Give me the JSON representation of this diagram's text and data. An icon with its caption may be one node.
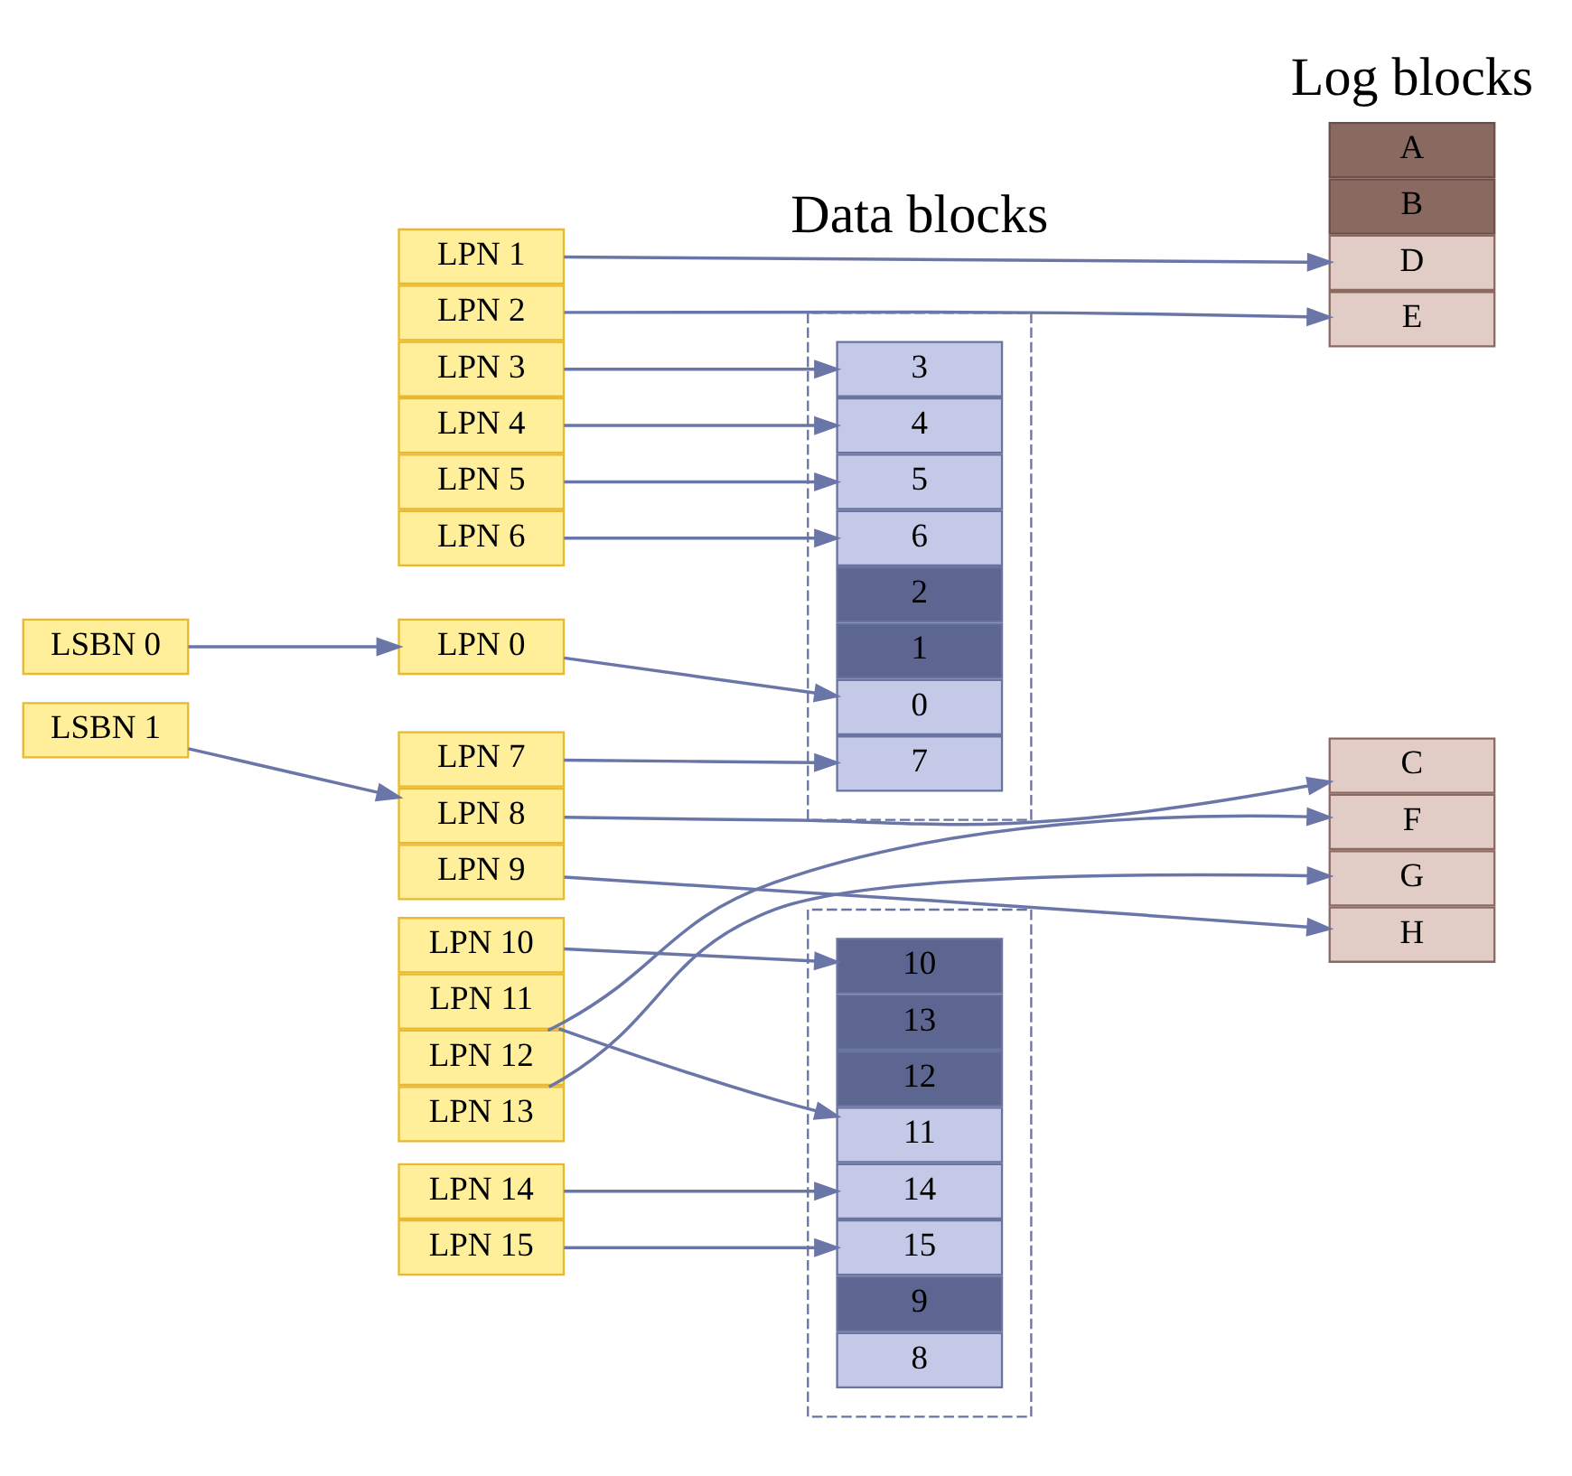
{
  "diagram": {
    "nodes": [
      {
        "text": [
          "LSBN 0"
        ]
      },
      {
        "text": [
          "LSBN 1"
        ]
      },
      {
        "text": [
          "LPN 0"
        ]
      },
      {
        "text": [
          "LPN 1"
        ]
      },
      {
        "text": [
          "LPN 2"
        ]
      },
      {
        "text": [
          "LPN 3"
        ]
      },
      {
        "text": [
          "LPN 4"
        ]
      },
      {
        "text": [
          "LPN 5"
        ]
      },
      {
        "text": [
          "LPN 6"
        ]
      },
      {
        "text": [
          "LPN 7"
        ]
      },
      {
        "text": [
          "LPN 8"
        ]
      },
      {
        "text": [
          "LPN 9"
        ]
      },
      {
        "text": [
          "LPN 10"
        ]
      },
      {
        "text": [
          "LPN 11"
        ]
      },
      {
        "text": [
          "LPN 12"
        ]
      },
      {
        "text": [
          "LPN 13"
        ]
      },
      {
        "text": [
          "LPN 14"
        ]
      },
      {
        "text": [
          "LPN 15"
        ]
      },
      {
        "text": [],
        "shape": "box"
      },
      {
        "text": [
          "0"
        ],
        "in": 18
      },
      {
        "text": [
          "1"
        ],
        "in": 18
      },
      {
        "text": [
          "2"
        ],
        "in": 18
      },
      {
        "text": [
          "3"
        ],
        "in": 18
      },
      {
        "text": [
          "4"
        ],
        "in": 18
      },
      {
        "text": [
          "5"
        ],
        "in": 18
      },
      {
        "text": [
          "6"
        ],
        "in": 18
      },
      {
        "text": [
          "7"
        ],
        "in": 18
      },
      {
        "text": [],
        "shape": "box"
      },
      {
        "text": [
          "8"
        ],
        "in": 27
      },
      {
        "text": [
          "9"
        ],
        "in": 27
      },
      {
        "text": [
          "10"
        ],
        "in": 27
      },
      {
        "text": [
          "11"
        ],
        "in": 27
      },
      {
        "text": [
          "12"
        ],
        "in": 27
      },
      {
        "text": [
          "13"
        ],
        "in": 27
      },
      {
        "text": [
          "14"
        ],
        "in": 27
      },
      {
        "text": [
          "15"
        ],
        "in": 27
      },
      {
        "text": [
          "A"
        ]
      },
      {
        "text": [
          "B"
        ]
      },
      {
        "text": [
          "D"
        ]
      },
      {
        "text": [
          "E"
        ]
      },
      {
        "text": [
          "C"
        ]
      },
      {
        "text": [
          "F"
        ]
      },
      {
        "text": [
          "G"
        ]
      },
      {
        "text": [
          "H"
        ]
      }
    ],
    "edges": [
      {
        "from": 0,
        "to": 2,
        "arrow": "to"
      },
      {
        "from": 1,
        "to": 10,
        "arrow": "to"
      },
      {
        "from": 2,
        "to": 19,
        "arrow": "to"
      },
      {
        "from": 3,
        "to": 38,
        "arrow": "to"
      },
      {
        "from": 4,
        "to": 39,
        "arrow": "to"
      },
      {
        "from": 5,
        "to": 22,
        "arrow": "to"
      },
      {
        "from": 6,
        "to": 23,
        "arrow": "to"
      },
      {
        "from": 7,
        "to": 24,
        "arrow": "to"
      },
      {
        "from": 8,
        "to": 25,
        "arrow": "to"
      },
      {
        "from": 9,
        "to": 26,
        "arrow": "to"
      },
      {
        "from": 10,
        "to": 40,
        "arrow": "to"
      },
      {
        "from": 11,
        "to": 43,
        "arrow": "to"
      },
      {
        "from": 12,
        "to": 30,
        "arrow": "to"
      },
      {
        "from": 13,
        "to": 31,
        "arrow": "to"
      },
      {
        "from": 14,
        "to": 41,
        "arrow": "to"
      },
      {
        "from": 15,
        "to": 42,
        "arrow": "to"
      },
      {
        "from": 16,
        "to": 34,
        "arrow": "to"
      },
      {
        "from": 17,
        "to": 35,
        "arrow": "to"
      }
    ],
    "labels": [
      "Data blocks",
      "Log blocks"
    ]
  }
}
